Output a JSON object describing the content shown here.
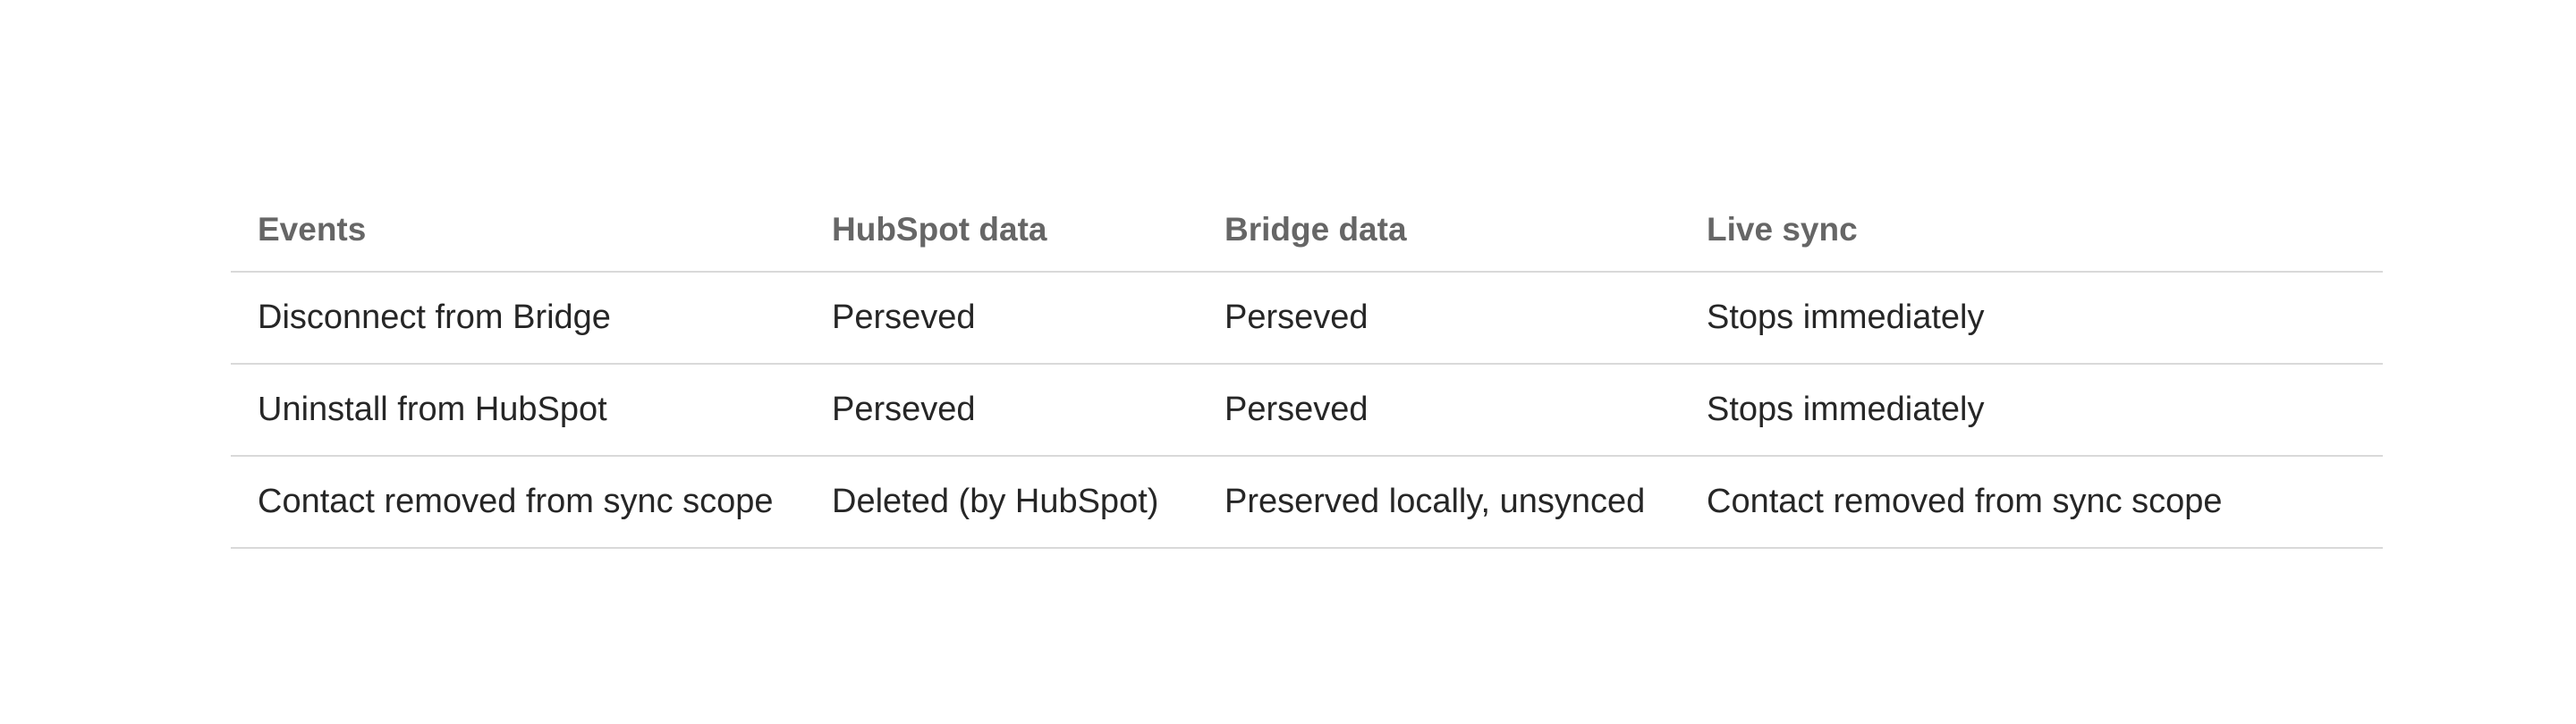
{
  "table": {
    "headers": [
      "Events",
      "HubSpot data",
      "Bridge data",
      "Live sync"
    ],
    "rows": [
      [
        "Disconnect from Bridge",
        "Perseved",
        "Perseved",
        "Stops immediately"
      ],
      [
        "Uninstall from HubSpot",
        "Perseved",
        "Perseved",
        "Stops immediately"
      ],
      [
        "Contact removed from sync scope",
        "Deleted (by HubSpot)",
        "Preserved locally, unsynced",
        "Contact removed from sync scope"
      ]
    ]
  },
  "colors": {
    "header_text": "#666666",
    "body_text": "#262626",
    "divider": "#d9d9d9",
    "background": "#ffffff"
  }
}
